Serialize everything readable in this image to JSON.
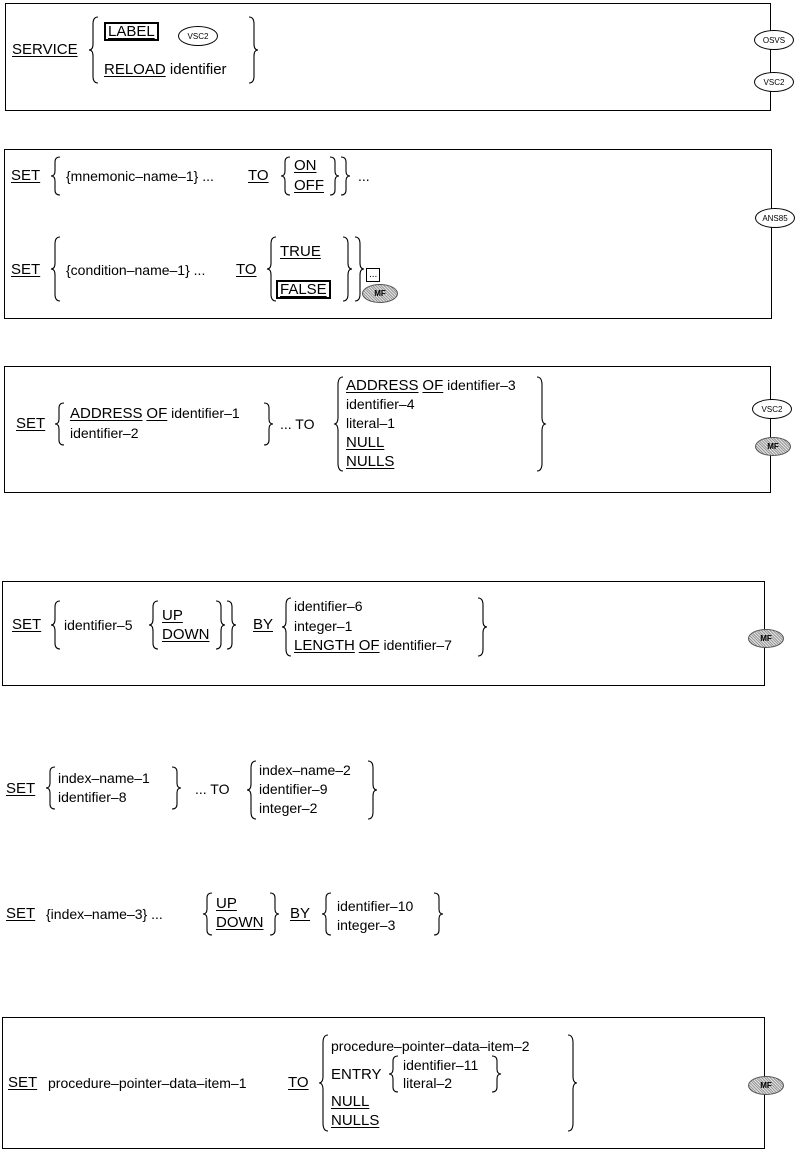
{
  "service": {
    "set": "SERVICE",
    "label": "LABEL",
    "vsc2": "VSC2",
    "reload": "RELOAD",
    "identifier": "identifier",
    "osvs": "OSVS",
    "vsc2_right": "VSC2"
  },
  "set_mnemonic": {
    "set": "SET",
    "name": "{mnemonic–name–1} ...",
    "to": "TO",
    "on": "ON",
    "off": "OFF",
    "ellipsis": "...",
    "badge": "ANS85"
  },
  "set_condition": {
    "set": "SET",
    "name": "{condition–name–1} ...",
    "to": "TO",
    "true": "TRUE",
    "false": "FALSE",
    "ellipsis": "...",
    "badge": "MF"
  },
  "set_address": {
    "set": "SET",
    "address": "ADDRESS",
    "of": "OF",
    "id1": "identifier–1",
    "id2": "identifier–2",
    "to": "... TO",
    "opt_address": "ADDRESS",
    "opt_of": "OF",
    "id3": "identifier–3",
    "id4": "identifier–4",
    "literal1": "literal–1",
    "null": "NULL",
    "nulls": "NULLS",
    "badge_vsc2": "VSC2",
    "badge_mf": "MF"
  },
  "set_updown": {
    "set": "SET",
    "id5": "identifier–5",
    "up": "UP",
    "down": "DOWN",
    "by": "BY",
    "id6": "identifier–6",
    "int1": "integer–1",
    "length": "LENGTH",
    "of": "OF",
    "id7": "identifier–7",
    "badge": "MF"
  },
  "set_index": {
    "set": "SET",
    "idx1": "index–name–1",
    "id8": "identifier–8",
    "to": "... TO",
    "idx2": "index–name–2",
    "id9": "identifier–9",
    "int2": "integer–2"
  },
  "set_index_updown": {
    "set": "SET",
    "idx3": "{index–name–3} ...",
    "up": "UP",
    "down": "DOWN",
    "by": "BY",
    "id10": "identifier–10",
    "int3": "integer–3"
  },
  "set_procptr": {
    "set": "SET",
    "item1": "procedure–pointer–data–item–1",
    "to": "TO",
    "item2": "procedure–pointer–data–item–2",
    "entry": "ENTRY",
    "id11": "identifier–11",
    "lit2": "literal–2",
    "null": "NULL",
    "nulls": "NULLS",
    "badge": "MF"
  }
}
